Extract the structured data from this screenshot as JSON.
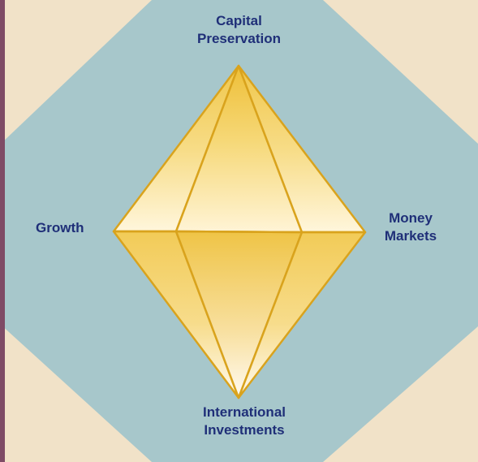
{
  "labels": {
    "top": {
      "line1": "Capital",
      "line2": "Preservation"
    },
    "left": {
      "line1": "Growth"
    },
    "right": {
      "line1": "Money",
      "line2": "Markets"
    },
    "bottom": {
      "line1": "International",
      "line2": "Investments"
    }
  },
  "colors": {
    "page_background": "#f1e2c8",
    "diamond_background": "#a7c7cb",
    "left_strip": "#7f4b66",
    "gem_stroke": "#d9a31d",
    "label_text": "#1f2f78"
  }
}
